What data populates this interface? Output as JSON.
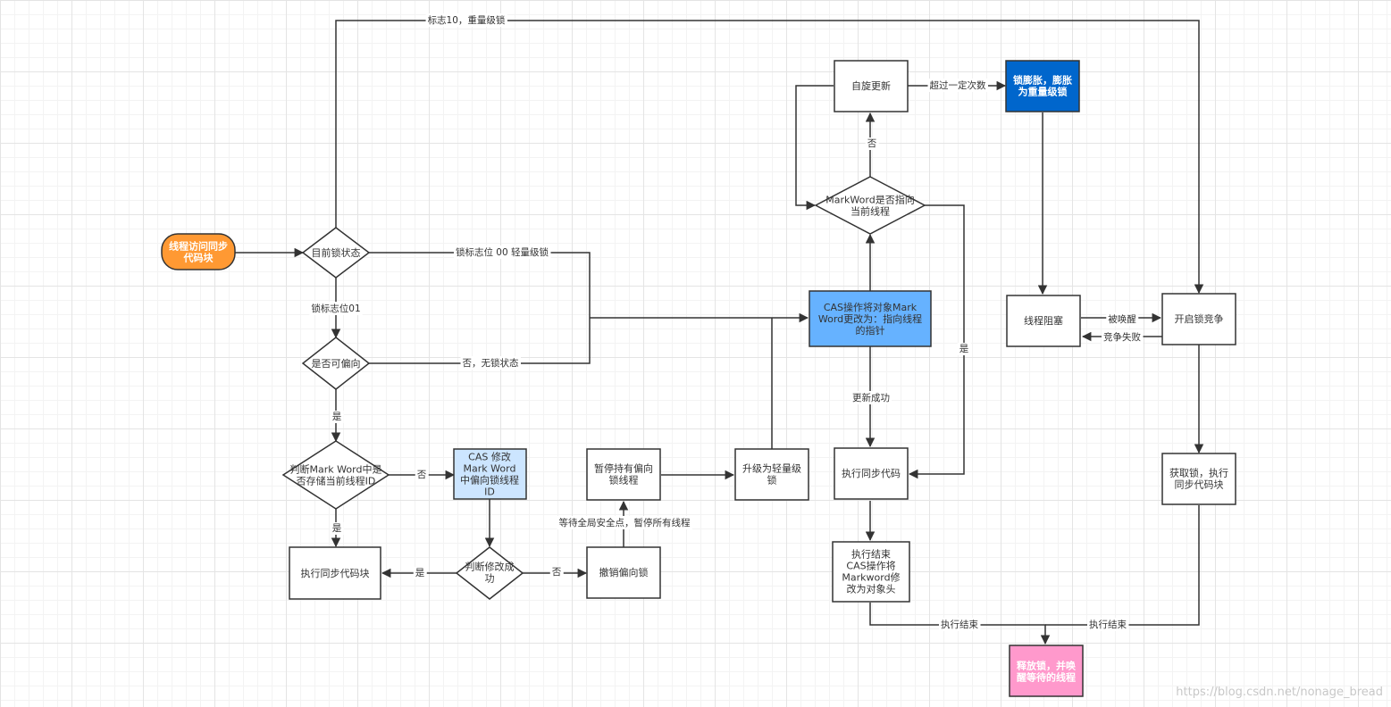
{
  "nodes": {
    "start": [
      "线程访问同步",
      "代码块"
    ],
    "lock_state": [
      "目前锁状态"
    ],
    "biasable": [
      "是否可偏向"
    ],
    "check_markword": [
      "判断Mark Word中是",
      "否存储当前线程ID"
    ],
    "cas_modify_bias": [
      "CAS 修改",
      "Mark Word",
      "中偏向锁线程",
      "ID"
    ],
    "exec_sync_block_left": [
      "执行同步代码块"
    ],
    "judge_modify_success": [
      "判断修改成",
      "功"
    ],
    "revoke_bias": [
      "撤销偏向锁"
    ],
    "pause_holder": [
      "暂停持有偏向",
      "锁线程"
    ],
    "upgrade_light": [
      "升级为轻量级",
      "锁"
    ],
    "cas_light": [
      "CAS操作将对象Mark",
      "Word更改为：指向线程",
      "的指针"
    ],
    "markword_points": [
      "MarkWord是否指向",
      "当前线程"
    ],
    "spin_update": [
      "自旋更新"
    ],
    "inflate": [
      "锁膨胀，膨胀",
      "为重量级锁"
    ],
    "thread_block": [
      "线程阻塞"
    ],
    "start_compete": [
      "开启锁竞争"
    ],
    "exec_sync_mid": [
      "执行同步代码"
    ],
    "exec_end_cas": [
      "执行结束",
      "CAS操作将",
      "Markword修",
      "改为对象头"
    ],
    "get_lock_exec": [
      "获取锁，执行",
      "同步代码块"
    ],
    "release_lock": [
      "释放锁，并唤",
      "醒等待的线程"
    ]
  },
  "edge_labels": {
    "flag10_heavy": "标志10，重量级锁",
    "flag00_light": "锁标志位 00 轻量级锁",
    "flag01": "锁标志位01",
    "no_unlocked": "否，无锁状态",
    "yes_biasable": "是",
    "no_check": "否",
    "yes_check": "是",
    "yes_success": "是",
    "no_success": "否",
    "wait_safepoint": "等待全局安全点，暂停所有线程",
    "update_success": "更新成功",
    "no_markword": "否",
    "yes_markword": "是",
    "exceed_count": "超过一定次数",
    "woken": "被唤醒",
    "compete_fail": "竞争失败",
    "exec_end_left": "执行结束",
    "exec_end_right": "执行结束"
  },
  "colors": {
    "start_fill": "#ff9933",
    "cas_light_fill": "#66b2ff",
    "cas_modify_fill": "#cce5ff",
    "inflate_fill": "#0066cc",
    "release_fill": "#ff99cc",
    "stroke": "#333333"
  },
  "watermark": "https://blog.csdn.net/nonage_bread"
}
